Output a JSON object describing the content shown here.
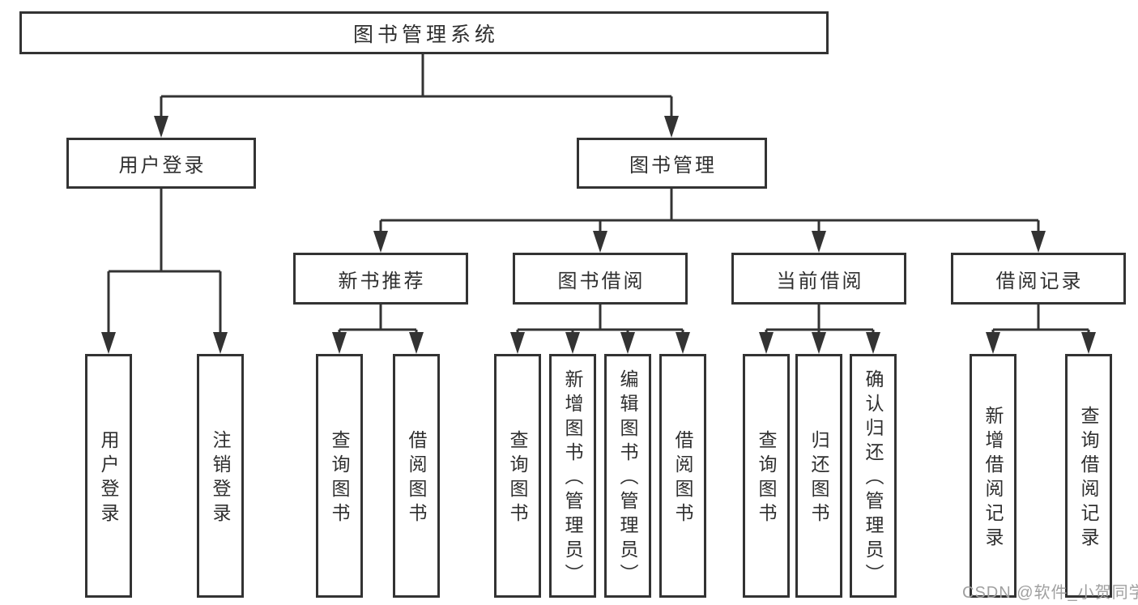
{
  "colors": {
    "line": "#333333",
    "box_border": "#333333",
    "box_fill": "#ffffff",
    "text": "#2f2f2f",
    "watermark": "#a0a0a0",
    "background": "#ffffff"
  },
  "nodes": {
    "root": {
      "label": "图书管理系统"
    },
    "branches": [
      {
        "label": "用户登录",
        "parent": "图书管理系统"
      },
      {
        "label": "图书管理",
        "parent": "图书管理系统"
      }
    ],
    "sections": [
      {
        "label": "新书推荐",
        "parent": "图书管理"
      },
      {
        "label": "图书借阅",
        "parent": "图书管理"
      },
      {
        "label": "当前借阅",
        "parent": "图书管理"
      },
      {
        "label": "借阅记录",
        "parent": "图书管理"
      }
    ],
    "leaves": [
      {
        "label": "用户登录",
        "parent": "用户登录"
      },
      {
        "label": "注销登录",
        "parent": "用户登录"
      },
      {
        "label": "查询图书",
        "parent": "新书推荐"
      },
      {
        "label": "借阅图书",
        "parent": "新书推荐"
      },
      {
        "label": "查询图书",
        "parent": "图书借阅"
      },
      {
        "label": "新增图书（管理员）",
        "parent": "图书借阅"
      },
      {
        "label": "编辑图书（管理员）",
        "parent": "图书借阅"
      },
      {
        "label": "借阅图书",
        "parent": "图书借阅"
      },
      {
        "label": "查询图书",
        "parent": "当前借阅"
      },
      {
        "label": "归还图书",
        "parent": "当前借阅"
      },
      {
        "label": "确认归还（管理员）",
        "parent": "当前借阅"
      },
      {
        "label": "新增借阅记录",
        "parent": "借阅记录"
      },
      {
        "label": "查询借阅记录",
        "parent": "借阅记录"
      }
    ]
  },
  "watermark": {
    "text": "CSDN @软件_小贺同学"
  }
}
